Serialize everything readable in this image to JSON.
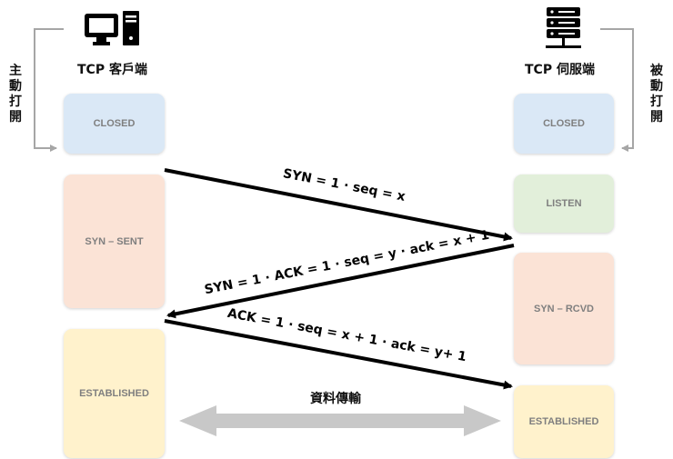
{
  "client": {
    "title": "TCP 客戶端",
    "side_label": "主動打開",
    "icon": "desktop-computer-icon",
    "states": [
      "CLOSED",
      "SYN – SENT",
      "ESTABLISHED"
    ]
  },
  "server": {
    "title": "TCP 伺服端",
    "side_label": "被動打開",
    "icon": "server-rack-icon",
    "states": [
      "CLOSED",
      "LISTEN",
      "SYN – RCVD",
      "ESTABLISHED"
    ]
  },
  "messages": [
    "SYN = 1 · seq = x",
    "SYN = 1 · ACK = 1 · seq = y · ack = x + 1",
    "ACK = 1 · seq = x + 1 · ack = y+ 1"
  ],
  "transfer_label": "資料傳輸",
  "colors": {
    "closed": "#dae8f6",
    "syn_sent": "#fbe3d6",
    "syn_rcvd": "#fbe3d6",
    "listen": "#e2efda",
    "established": "#fff2cc",
    "arrow": "#000000",
    "transfer_arrow": "#c8c8c8",
    "bracket": "#a6a6a6"
  }
}
